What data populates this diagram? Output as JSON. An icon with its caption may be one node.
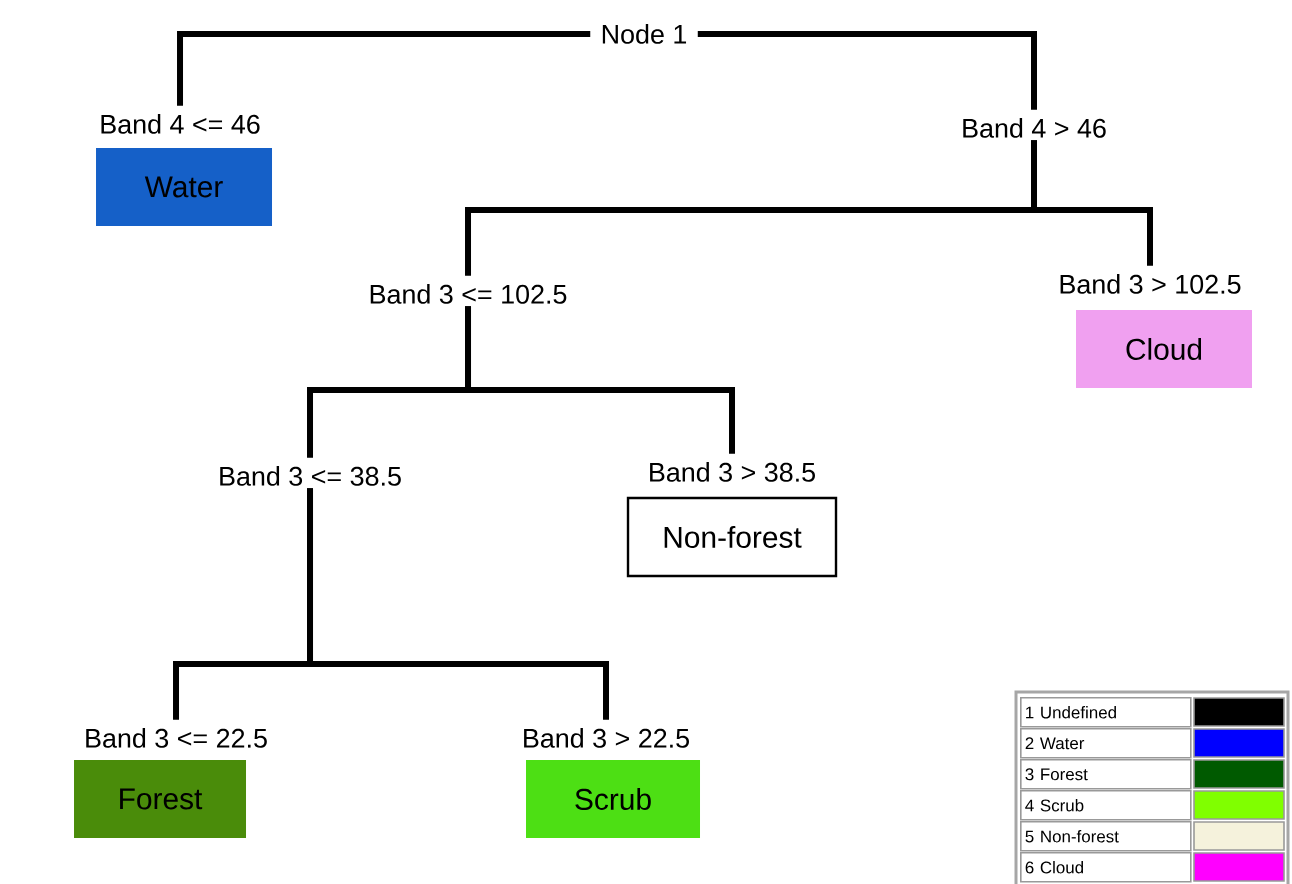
{
  "diagram": {
    "nodes": [
      {
        "text": [
          "Node 1"
        ]
      },
      {
        "text": [
          "Band 4 <= 46",
          "Water"
        ]
      },
      {
        "text": [
          "Band 4 > 46"
        ]
      },
      {
        "text": [
          "Band 3 <= 102.5"
        ]
      },
      {
        "text": [
          "Band 3 > 102.5",
          "Cloud"
        ]
      },
      {
        "text": [
          "Band 3 <= 38.5"
        ]
      },
      {
        "text": [
          "Band 3 > 38.5",
          "Non-forest"
        ]
      },
      {
        "text": [
          "Band 3 <= 22.5",
          "Forest"
        ]
      },
      {
        "text": [
          "Band 3 > 22.5",
          "Scrub"
        ]
      }
    ],
    "edges": [
      {
        "from": 0,
        "to": 1,
        "arrow": "none"
      },
      {
        "from": 0,
        "to": 2,
        "arrow": "none"
      },
      {
        "from": 2,
        "to": 3,
        "arrow": "none"
      },
      {
        "from": 2,
        "to": 4,
        "arrow": "none"
      },
      {
        "from": 3,
        "to": 5,
        "arrow": "none"
      },
      {
        "from": 3,
        "to": 6,
        "arrow": "none"
      },
      {
        "from": 5,
        "to": 7,
        "arrow": "none"
      },
      {
        "from": 5,
        "to": 8,
        "arrow": "none"
      }
    ],
    "legend": [
      {
        "text": "1 Undefined",
        "color": "#000000"
      },
      {
        "text": "2 Water",
        "color": "#0000ff"
      },
      {
        "text": "3 Forest",
        "color": "#005a00"
      },
      {
        "text": "4 Scrub",
        "color": "#80ff00"
      },
      {
        "text": "5 Non-forest",
        "color": "#f5f2dc"
      },
      {
        "text": "6 Cloud",
        "color": "#ff00ff"
      }
    ]
  }
}
